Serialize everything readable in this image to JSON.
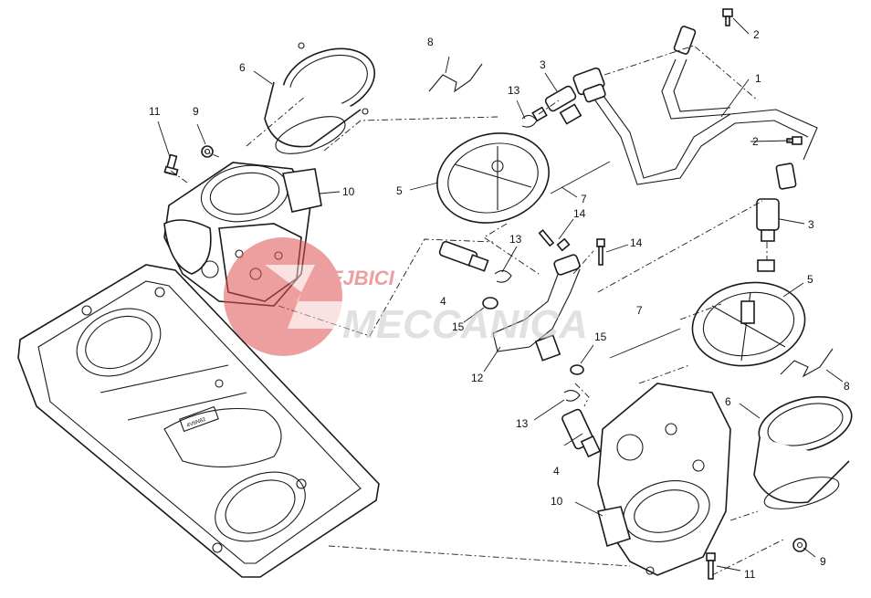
{
  "diagram": {
    "callouts": [
      {
        "id": "c1a",
        "label": "1"
      },
      {
        "id": "c2a",
        "label": "2"
      },
      {
        "id": "c2b",
        "label": "2"
      },
      {
        "id": "c3a",
        "label": "3"
      },
      {
        "id": "c3b",
        "label": "3"
      },
      {
        "id": "c4a",
        "label": "4"
      },
      {
        "id": "c4b",
        "label": "4"
      },
      {
        "id": "c5a",
        "label": "5"
      },
      {
        "id": "c5b",
        "label": "5"
      },
      {
        "id": "c6a",
        "label": "6"
      },
      {
        "id": "c6b",
        "label": "6"
      },
      {
        "id": "c7a",
        "label": "7"
      },
      {
        "id": "c7b",
        "label": "7"
      },
      {
        "id": "c8a",
        "label": "8"
      },
      {
        "id": "c8b",
        "label": "8"
      },
      {
        "id": "c9a",
        "label": "9"
      },
      {
        "id": "c9b",
        "label": "9"
      },
      {
        "id": "c10a",
        "label": "10"
      },
      {
        "id": "c10b",
        "label": "10"
      },
      {
        "id": "c11a",
        "label": "11"
      },
      {
        "id": "c11b",
        "label": "11"
      },
      {
        "id": "c12a",
        "label": "12"
      },
      {
        "id": "c13a",
        "label": "13"
      },
      {
        "id": "c13b",
        "label": "13"
      },
      {
        "id": "c13c",
        "label": "13"
      },
      {
        "id": "c14a",
        "label": "14"
      },
      {
        "id": "c14b",
        "label": "14"
      },
      {
        "id": "c15a",
        "label": "15"
      },
      {
        "id": "c15b",
        "label": "15"
      }
    ],
    "plate_text": "4V6N82"
  },
  "watermark": {
    "line1": "REJBICI",
    "line2": "MECCANICA",
    "color": "#e05050"
  }
}
